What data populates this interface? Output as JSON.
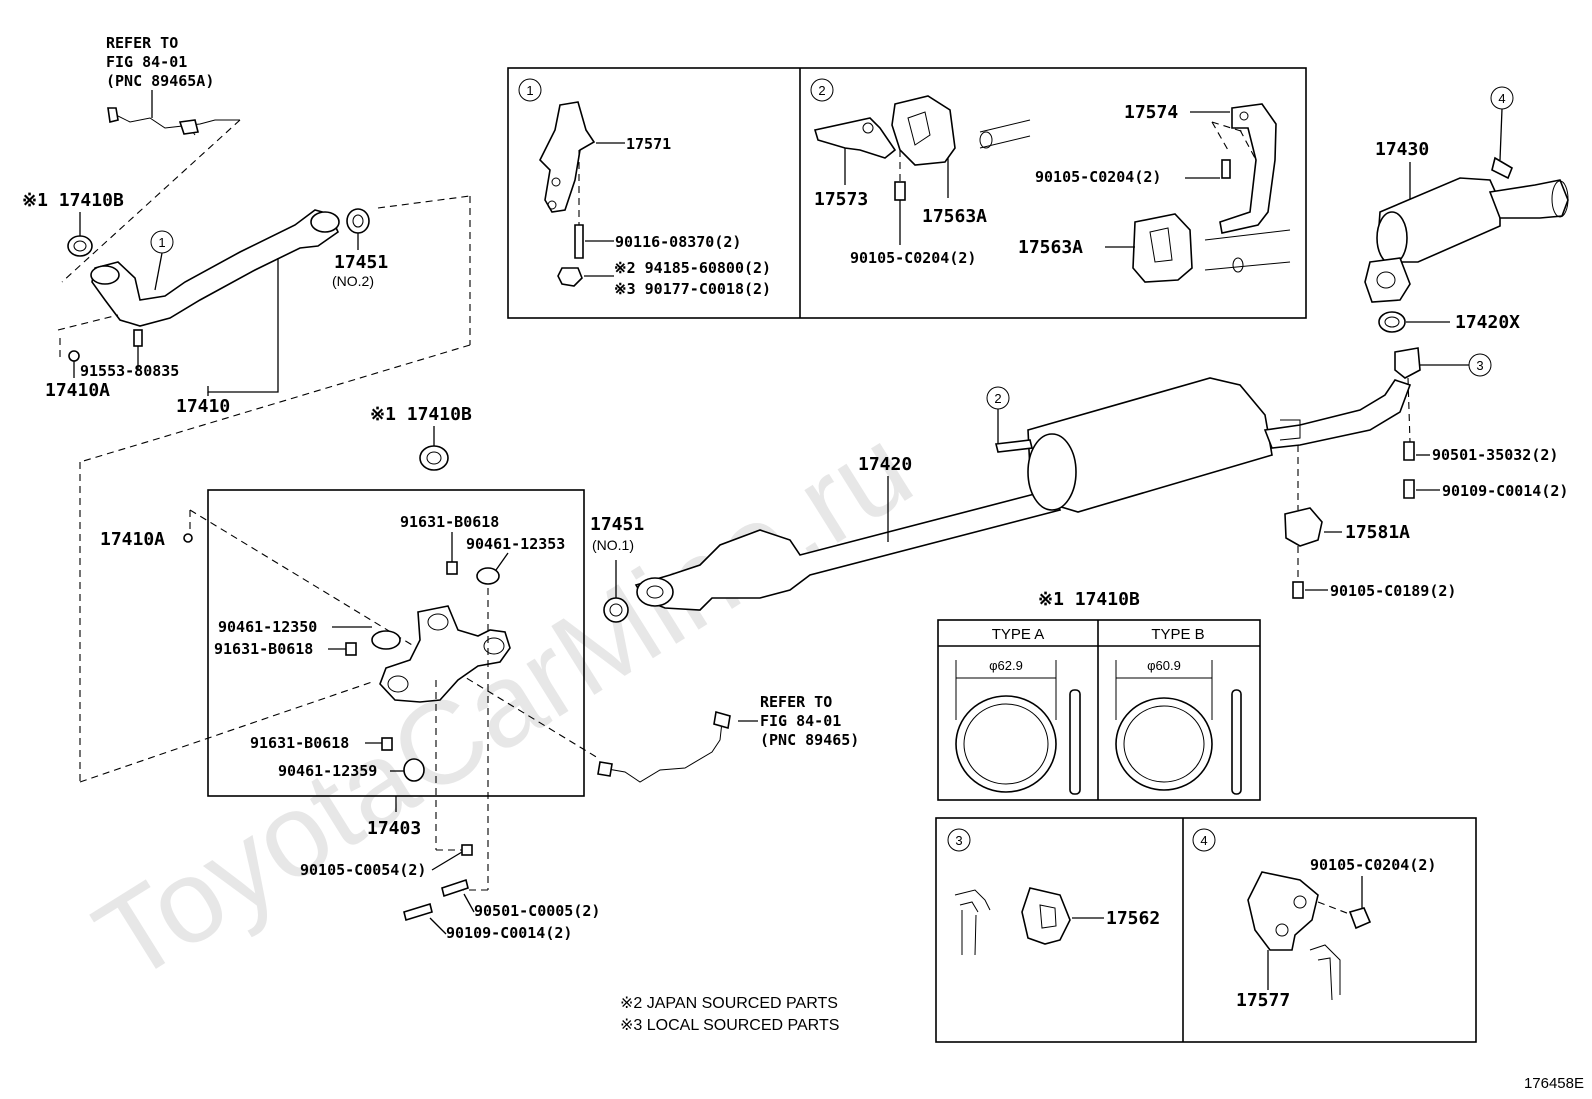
{
  "watermark": "ToyotaCarMine.ru",
  "figure_id": "176458E",
  "refer_top": [
    "REFER TO",
    "FIG 84-01",
    "(PNC 89465A)"
  ],
  "refer_mid": [
    "REFER TO",
    "FIG 84-01",
    "(PNC 89465)"
  ],
  "notes": [
    "※2  JAPAN SOURCED PARTS",
    "※3  LOCAL SOURCED PARTS"
  ],
  "callouts": [
    "1",
    "2",
    "3",
    "4"
  ],
  "labels": {
    "l_17410B_top": "※1 17410B",
    "l_17451_no2": "17451",
    "l_no2": "(NO.2)",
    "l_91553": "91553-80835",
    "l_17410A_top": "17410A",
    "l_17410": "17410",
    "l_17410B_mid": "※1 17410B",
    "l_17410A_mid": "17410A",
    "l_91631_a": "91631-B0618",
    "l_90461_12353": "90461-12353",
    "l_90461_12350": "90461-12350",
    "l_91631_b": "91631-B0618",
    "l_91631_c": "91631-B0618",
    "l_90461_12359": "90461-12359",
    "l_17403": "17403",
    "l_90105_c0054": "90105-C0054(2)",
    "l_90501_c0005": "90501-C0005(2)",
    "l_90109_c0014_b": "90109-C0014(2)",
    "l_17451_no1": "17451",
    "l_no1": "(NO.1)",
    "l_17420": "17420",
    "l_17571": "17571",
    "l_90116": "90116-08370(2)",
    "l_94185": "※2 94185-60800(2)",
    "l_90177": "※3 90177-C0018(2)",
    "l_17573": "17573",
    "l_17563A_a": "17563A",
    "l_90105_c0204_a": "90105-C0204(2)",
    "l_17574": "17574",
    "l_90105_c0204_b": "90105-C0204(2)",
    "l_17563A_b": "17563A",
    "l_17430": "17430",
    "l_17420X": "17420X",
    "l_90501_35032": "90501-35032(2)",
    "l_90109_c0014_a": "90109-C0014(2)",
    "l_17581A": "17581A",
    "l_90105_c0189": "90105-C0189(2)",
    "l_17410B_table": "※1 17410B",
    "l_type_a": "TYPE A",
    "l_type_b": "TYPE B",
    "l_dia_a": "φ62.9",
    "l_dia_b": "φ60.9",
    "l_17562": "17562",
    "l_90105_c0204_c": "90105-C0204(2)",
    "l_17577": "17577"
  }
}
